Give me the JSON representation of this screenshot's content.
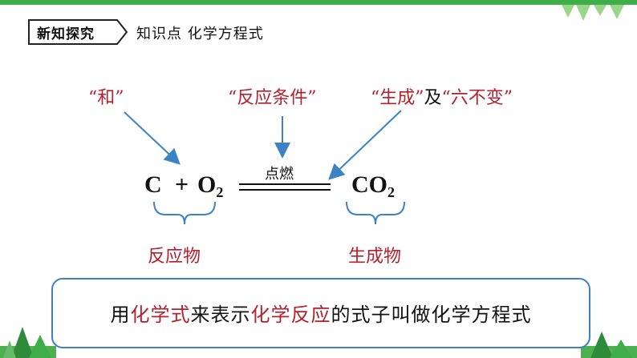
{
  "header": {
    "badge_label": "新知探究",
    "subtitle": "知识点 化学方程式"
  },
  "labels": {
    "he": "“和”",
    "conditions": "“反应条件”",
    "product_part1": "“生成”",
    "product_part2": "及",
    "product_part3": "“六不变”"
  },
  "equation": {
    "reactant1": "C",
    "plus": "+",
    "reactant2_base": "O",
    "reactant2_sub": "2",
    "condition": "点燃",
    "product_base": "CO",
    "product_sub": "2"
  },
  "brackets": {
    "reactants_label": "反应物",
    "products_label": "生成物"
  },
  "definition": {
    "p1": "用",
    "p2": "化学式",
    "p3": "来表示",
    "p4": "化学反应",
    "p5": "的式子叫做化学方程式"
  },
  "colors": {
    "accent_green": "#3fae49",
    "highlight_red": "#b3212e",
    "arrow_blue": "#3c82c4"
  }
}
